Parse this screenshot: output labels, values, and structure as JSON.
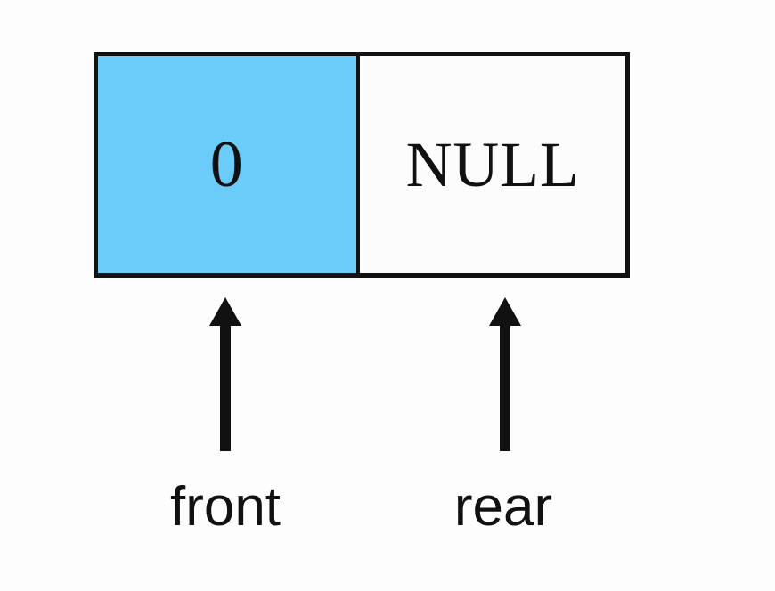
{
  "diagram": {
    "type": "queue-linked-list-node",
    "background_color": "#fdfdfd",
    "node": {
      "border_color": "#121212",
      "cells": [
        {
          "role": "data",
          "value": "0",
          "fill_color": "#6bccfa",
          "name": "data-cell"
        },
        {
          "role": "next-pointer",
          "value": "NULL",
          "fill_color": "#fcfcfc",
          "name": "next-pointer-cell"
        }
      ]
    },
    "pointers": [
      {
        "label": "front",
        "target_cell": "data",
        "arrow_direction": "up",
        "color": "#111111"
      },
      {
        "label": "rear",
        "target_cell": "data",
        "arrow_direction": "up",
        "color": "#111111"
      }
    ]
  }
}
